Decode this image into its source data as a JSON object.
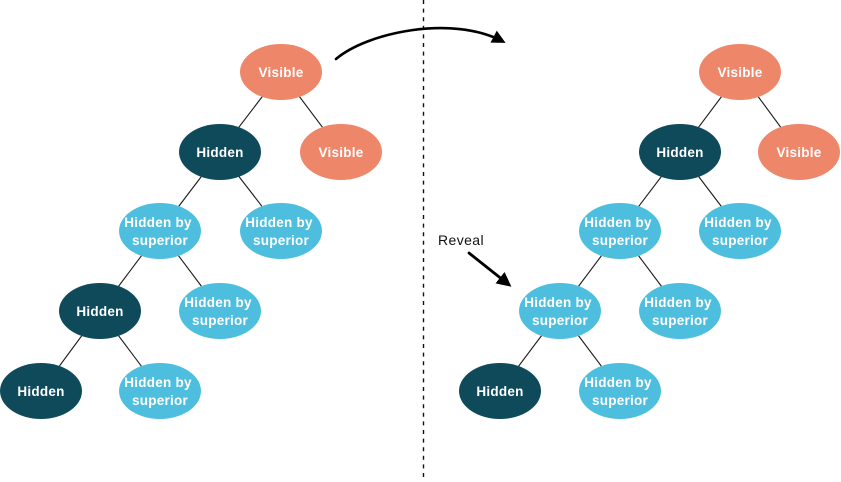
{
  "palette": {
    "visible_node": "#EE8669",
    "hidden_node": "#0F4A5B",
    "hidden_by_superior_node": "#4EBEDE",
    "node_text": "#FFFFFF",
    "edge_line": "#1A1A1A",
    "divider_line": "#111111",
    "arrow": "#000000",
    "background": "#FFFFFF"
  },
  "annotations": {
    "reveal_label": "Reveal"
  },
  "trees": {
    "left": {
      "nodes": [
        {
          "label": "Visible",
          "state": "visible",
          "color": "#EE8669",
          "line1": "Visible"
        },
        {
          "label": "Hidden",
          "state": "hidden",
          "color": "#0F4A5B",
          "line1": "Hidden"
        },
        {
          "label": "Visible",
          "state": "visible",
          "color": "#EE8669",
          "line1": "Visible"
        },
        {
          "label": "Hidden by superior",
          "state": "hidden-by-superior",
          "color": "#4EBEDE",
          "line1": "Hidden by",
          "line2": "superior"
        },
        {
          "label": "Hidden by superior",
          "state": "hidden-by-superior",
          "color": "#4EBEDE",
          "line1": "Hidden by",
          "line2": "superior"
        },
        {
          "label": "Hidden",
          "state": "hidden",
          "color": "#0F4A5B",
          "line1": "Hidden"
        },
        {
          "label": "Hidden by superior",
          "state": "hidden-by-superior",
          "color": "#4EBEDE",
          "line1": "Hidden by",
          "line2": "superior"
        },
        {
          "label": "Hidden",
          "state": "hidden",
          "color": "#0F4A5B",
          "line1": "Hidden"
        },
        {
          "label": "Hidden by superior",
          "state": "hidden-by-superior",
          "color": "#4EBEDE",
          "line1": "Hidden by",
          "line2": "superior"
        }
      ]
    },
    "right": {
      "nodes": [
        {
          "label": "Visible",
          "state": "visible",
          "color": "#EE8669",
          "line1": "Visible"
        },
        {
          "label": "Hidden",
          "state": "hidden",
          "color": "#0F4A5B",
          "line1": "Hidden"
        },
        {
          "label": "Visible",
          "state": "visible",
          "color": "#EE8669",
          "line1": "Visible"
        },
        {
          "label": "Hidden by superior",
          "state": "hidden-by-superior",
          "color": "#4EBEDE",
          "line1": "Hidden by",
          "line2": "superior"
        },
        {
          "label": "Hidden by superior",
          "state": "hidden-by-superior",
          "color": "#4EBEDE",
          "line1": "Hidden by",
          "line2": "superior"
        },
        {
          "label": "Hidden by superior",
          "state": "hidden-by-superior",
          "color": "#4EBEDE",
          "line1": "Hidden by",
          "line2": "superior"
        },
        {
          "label": "Hidden by superior",
          "state": "hidden-by-superior",
          "color": "#4EBEDE",
          "line1": "Hidden by",
          "line2": "superior"
        },
        {
          "label": "Hidden",
          "state": "hidden",
          "color": "#0F4A5B",
          "line1": "Hidden"
        },
        {
          "label": "Hidden by superior",
          "state": "hidden-by-superior",
          "color": "#4EBEDE",
          "line1": "Hidden by",
          "line2": "superior"
        }
      ]
    }
  }
}
